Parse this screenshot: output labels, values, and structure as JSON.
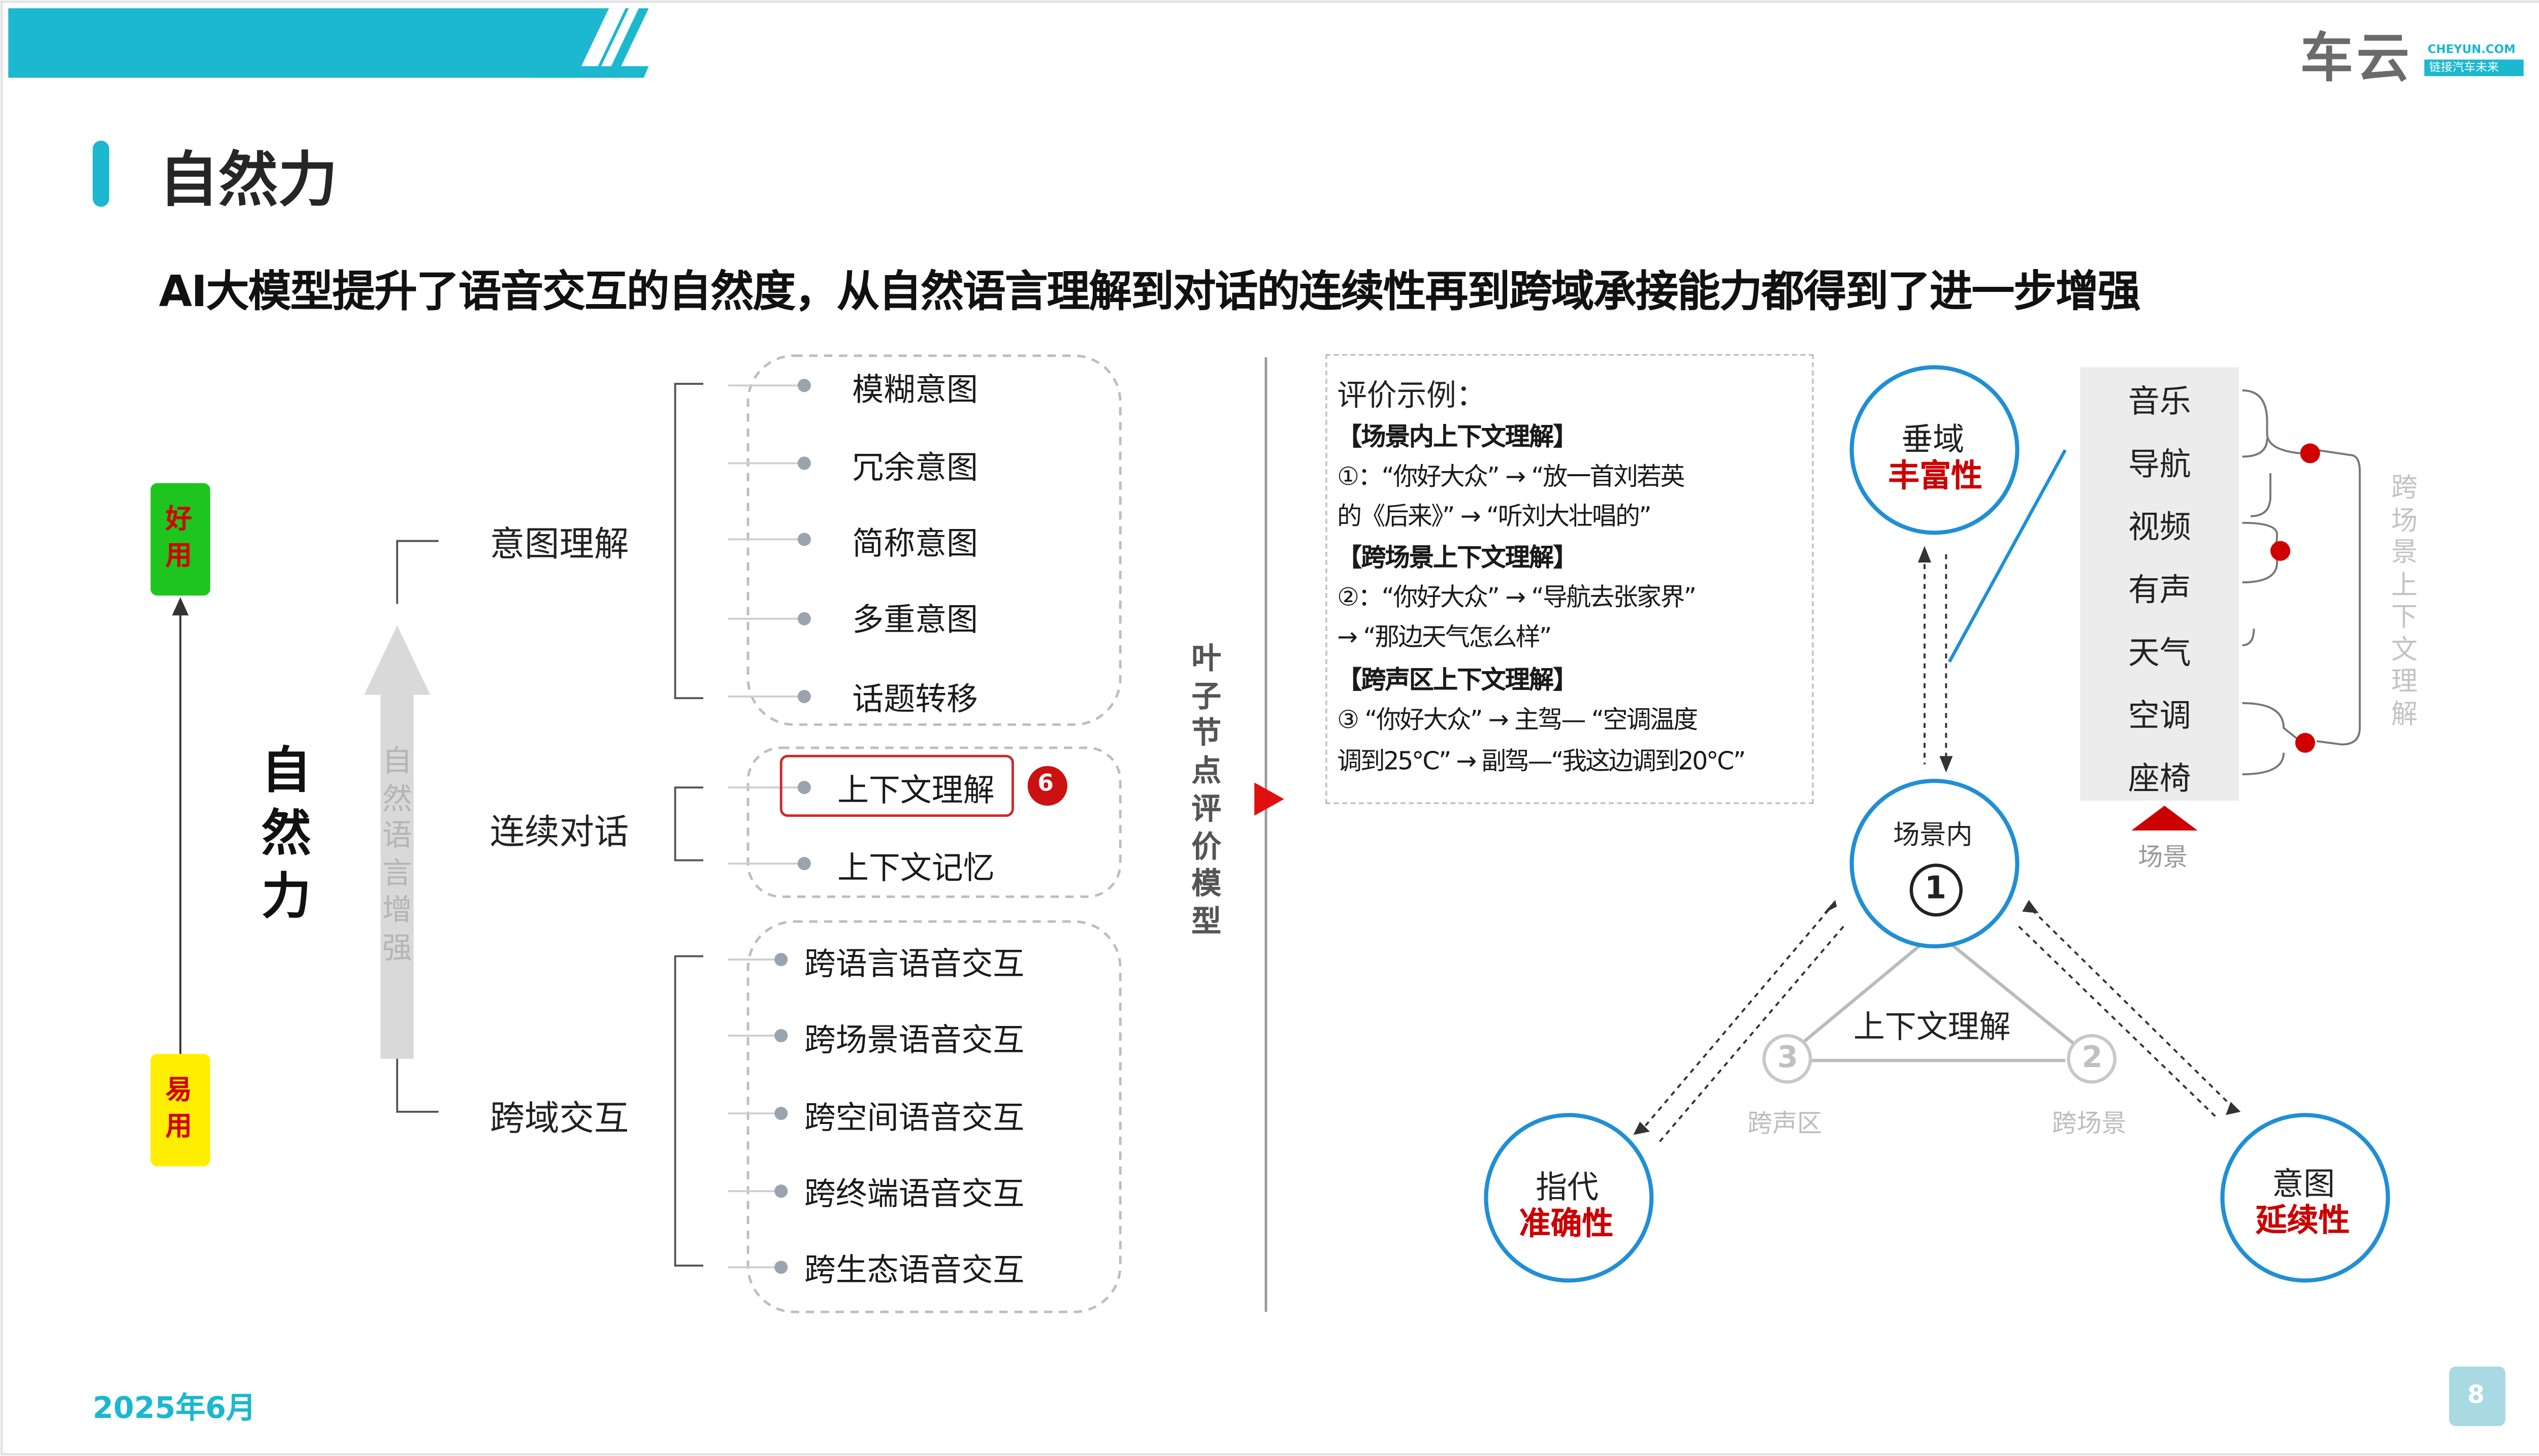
{
  "header": {
    "logo_main": "车云",
    "logo_sub_top": "CHEYUN.COM",
    "logo_sub_bottom": "链接汽车未来"
  },
  "page": {
    "title": "自然力",
    "subtitle": "AI大模型提升了语音交互的自然度，从自然语言理解到对话的连续性再到跨域承接能力都得到了进一步增强",
    "date": "2025年6月",
    "page_number": "8"
  },
  "scale": {
    "top_label": "好用",
    "bottom_label": "易用",
    "center_label": "自然力",
    "arrow_label": "自然语言增强",
    "top_color": "#1ec51e",
    "bottom_color": "#ffee00"
  },
  "tree": {
    "branches": [
      {
        "label": "意图理解",
        "items": [
          "模糊意图",
          "冗余意图",
          "简称意图",
          "多重意图",
          "话题转移"
        ]
      },
      {
        "label": "连续对话",
        "items": [
          "上下文理解",
          "上下文记忆"
        ],
        "highlight": "上下文理解",
        "badge": "6"
      },
      {
        "label": "跨域交互",
        "items": [
          "跨语言语音交互",
          "跨场景语音交互",
          "跨空间语音交互",
          "跨终端语音交互",
          "跨生态语音交互"
        ]
      }
    ],
    "leaf_model_label": "叶子节点评价模型"
  },
  "example": {
    "heading": "评价示例：",
    "blocks": [
      {
        "title": "【场景内上下文理解】",
        "lines": [
          "①：“你好大众”  →  “放一首刘若英",
          "的《后来》”  →  “听刘大壮唱的”"
        ]
      },
      {
        "title": "【跨场景上下文理解】",
        "lines": [
          "②：“你好大众”  →  “导航去张家界”",
          "→  “那边天气怎么样”"
        ]
      },
      {
        "title": "【跨声区上下文理解】",
        "lines": [
          "③ “你好大众”  → 主驾— “空调温度",
          "调到25°C” → 副驾—“我这边调到20°C”"
        ]
      }
    ]
  },
  "triangle": {
    "top": {
      "line1": "垂域",
      "line2": "丰富性"
    },
    "center": {
      "label": "场景内",
      "number": "1"
    },
    "left": {
      "line1": "指代",
      "line2": "准确性"
    },
    "right": {
      "line1": "意图",
      "line2": "延续性"
    },
    "inner_label": "上下文理解",
    "node3": {
      "number": "3",
      "label": "跨声区"
    },
    "node2": {
      "number": "2",
      "label": "跨场景"
    },
    "accent_color": "#cc0000",
    "circle_color": "#1f8fd6"
  },
  "scenes": {
    "items": [
      "音乐",
      "导航",
      "视频",
      "有声",
      "天气",
      "空调",
      "座椅"
    ],
    "bottom_label": "场景",
    "side_label": "跨场景上下文理解"
  }
}
